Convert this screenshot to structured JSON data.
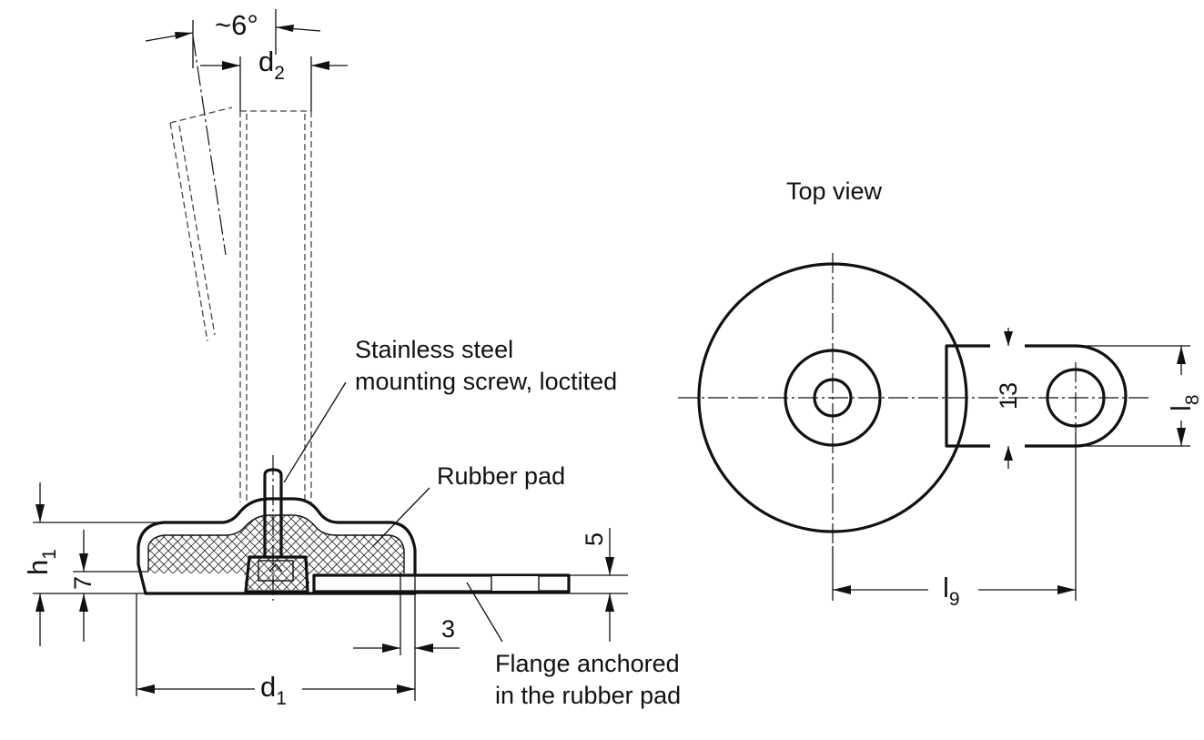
{
  "side_view": {
    "angle_label": "~6°",
    "d2_label": "d",
    "d2_sub": "2",
    "d1_label": "d",
    "d1_sub": "1",
    "h1_label": "h",
    "h1_sub": "1",
    "dim_7": "7",
    "dim_5": "5",
    "dim_3": "3",
    "callout_screw_line1": "Stainless steel",
    "callout_screw_line2": "mounting screw, loctited",
    "callout_pad": "Rubber pad",
    "callout_flange_line1": "Flange anchored",
    "callout_flange_line2": "in the rubber pad"
  },
  "top_view": {
    "title": "Top view",
    "dim_13": "13",
    "l8_label": "l",
    "l8_sub": "8",
    "l9_label": "l",
    "l9_sub": "9"
  },
  "colors": {
    "line": "#111111",
    "top_view_fill": "#eeeeee",
    "rubber_fill": "#ffffff"
  }
}
